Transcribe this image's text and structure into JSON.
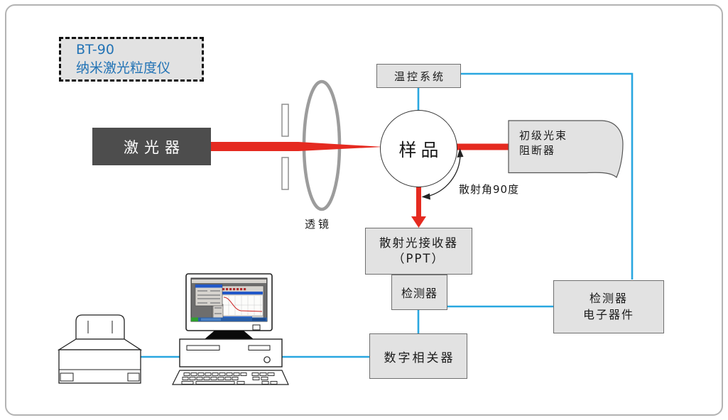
{
  "title_box": {
    "line1": "BT-90",
    "line2": "纳米激光粒度仪"
  },
  "nodes": {
    "laser": "激光器",
    "lens": "透镜",
    "temp_control": "温控系统",
    "sample": "样品",
    "beam_blocker": [
      "初级光束",
      "阻断器"
    ],
    "scatter_angle": "散射角90度",
    "receiver": [
      "散射光接收器",
      "（PPT）"
    ],
    "detector": "检测器",
    "detector_electronics": [
      "检测器",
      "电子器件"
    ],
    "correlator": "数字相关器"
  },
  "icons": {
    "computer": "computer-workstation-illustration",
    "printer": "printer-illustration",
    "lens": "lens-ellipse",
    "beam": "laser-beam"
  },
  "colors": {
    "connector_blue": "#29a7e0",
    "beam_red": "#e52a20",
    "box_fill": "#e2e2e2",
    "box_border": "#6f6f6f",
    "laser_box_fill": "#4d4d4d",
    "title_text_blue": "#2273b5",
    "frame_border": "#b3b3b3"
  }
}
